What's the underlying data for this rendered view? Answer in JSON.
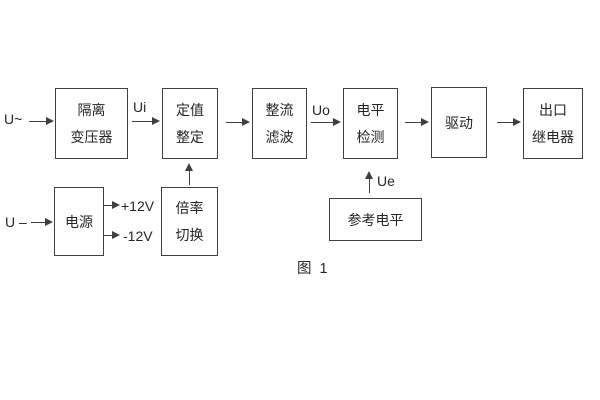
{
  "figure": {
    "caption": "图 1",
    "colors": {
      "background": "#ffffff",
      "line": "#3f3f3f",
      "text": "#262626"
    },
    "inputs": {
      "ac_label": "U~",
      "dc_label": "U –"
    },
    "signal_labels": {
      "ui": "Ui",
      "uo": "Uo",
      "ue": "Ue",
      "pos_supply": "+12V",
      "neg_supply": "-12V"
    },
    "blocks": {
      "isolation_transformer": {
        "line1": "隔离",
        "line2": "变压器"
      },
      "value_setting": {
        "line1": "定值",
        "line2": "整定"
      },
      "rectifier_filter": {
        "line1": "整流",
        "line2": "滤波"
      },
      "level_detection": {
        "line1": "电平",
        "line2": "检测"
      },
      "driver": {
        "label": "驱动"
      },
      "output_relay": {
        "line1": "出口",
        "line2": "继电器"
      },
      "power_supply": {
        "label": "电源"
      },
      "ratio_switching": {
        "line1": "倍率",
        "line2": "切换"
      },
      "reference_level": {
        "label": "参考电平"
      }
    }
  }
}
